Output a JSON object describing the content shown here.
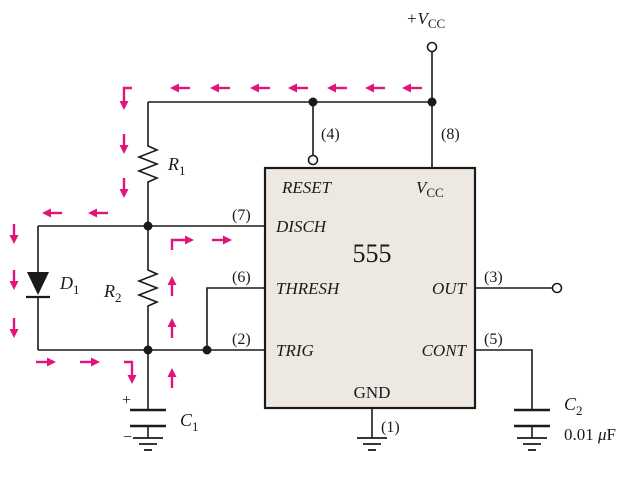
{
  "supply": {
    "label_main": "+V",
    "label_sub": "CC"
  },
  "ic": {
    "part": "555",
    "fill_color": "#ede9e2",
    "pins": {
      "reset": "RESET",
      "vcc_main": "V",
      "vcc_sub": "CC",
      "disch": "DISCH",
      "thresh": "THRESH",
      "out": "OUT",
      "trig": "TRIG",
      "cont": "CONT",
      "gnd": "GND"
    },
    "pin_numbers": {
      "reset": "(4)",
      "vcc": "(8)",
      "disch": "(7)",
      "thresh": "(6)",
      "trig": "(2)",
      "out": "(3)",
      "cont": "(5)",
      "gnd": "(1)"
    }
  },
  "components": {
    "r1": {
      "main": "R",
      "sub": "1"
    },
    "r2": {
      "main": "R",
      "sub": "2"
    },
    "d1": {
      "main": "D",
      "sub": "1"
    },
    "c1": {
      "main": "C",
      "sub": "1",
      "plus": "+",
      "minus": "−"
    },
    "c2": {
      "main": "C",
      "sub": "2",
      "value_num": "0.01 ",
      "value_mu": "μ",
      "value_unit": "F"
    }
  },
  "current_arrow_color": "#e0147a"
}
